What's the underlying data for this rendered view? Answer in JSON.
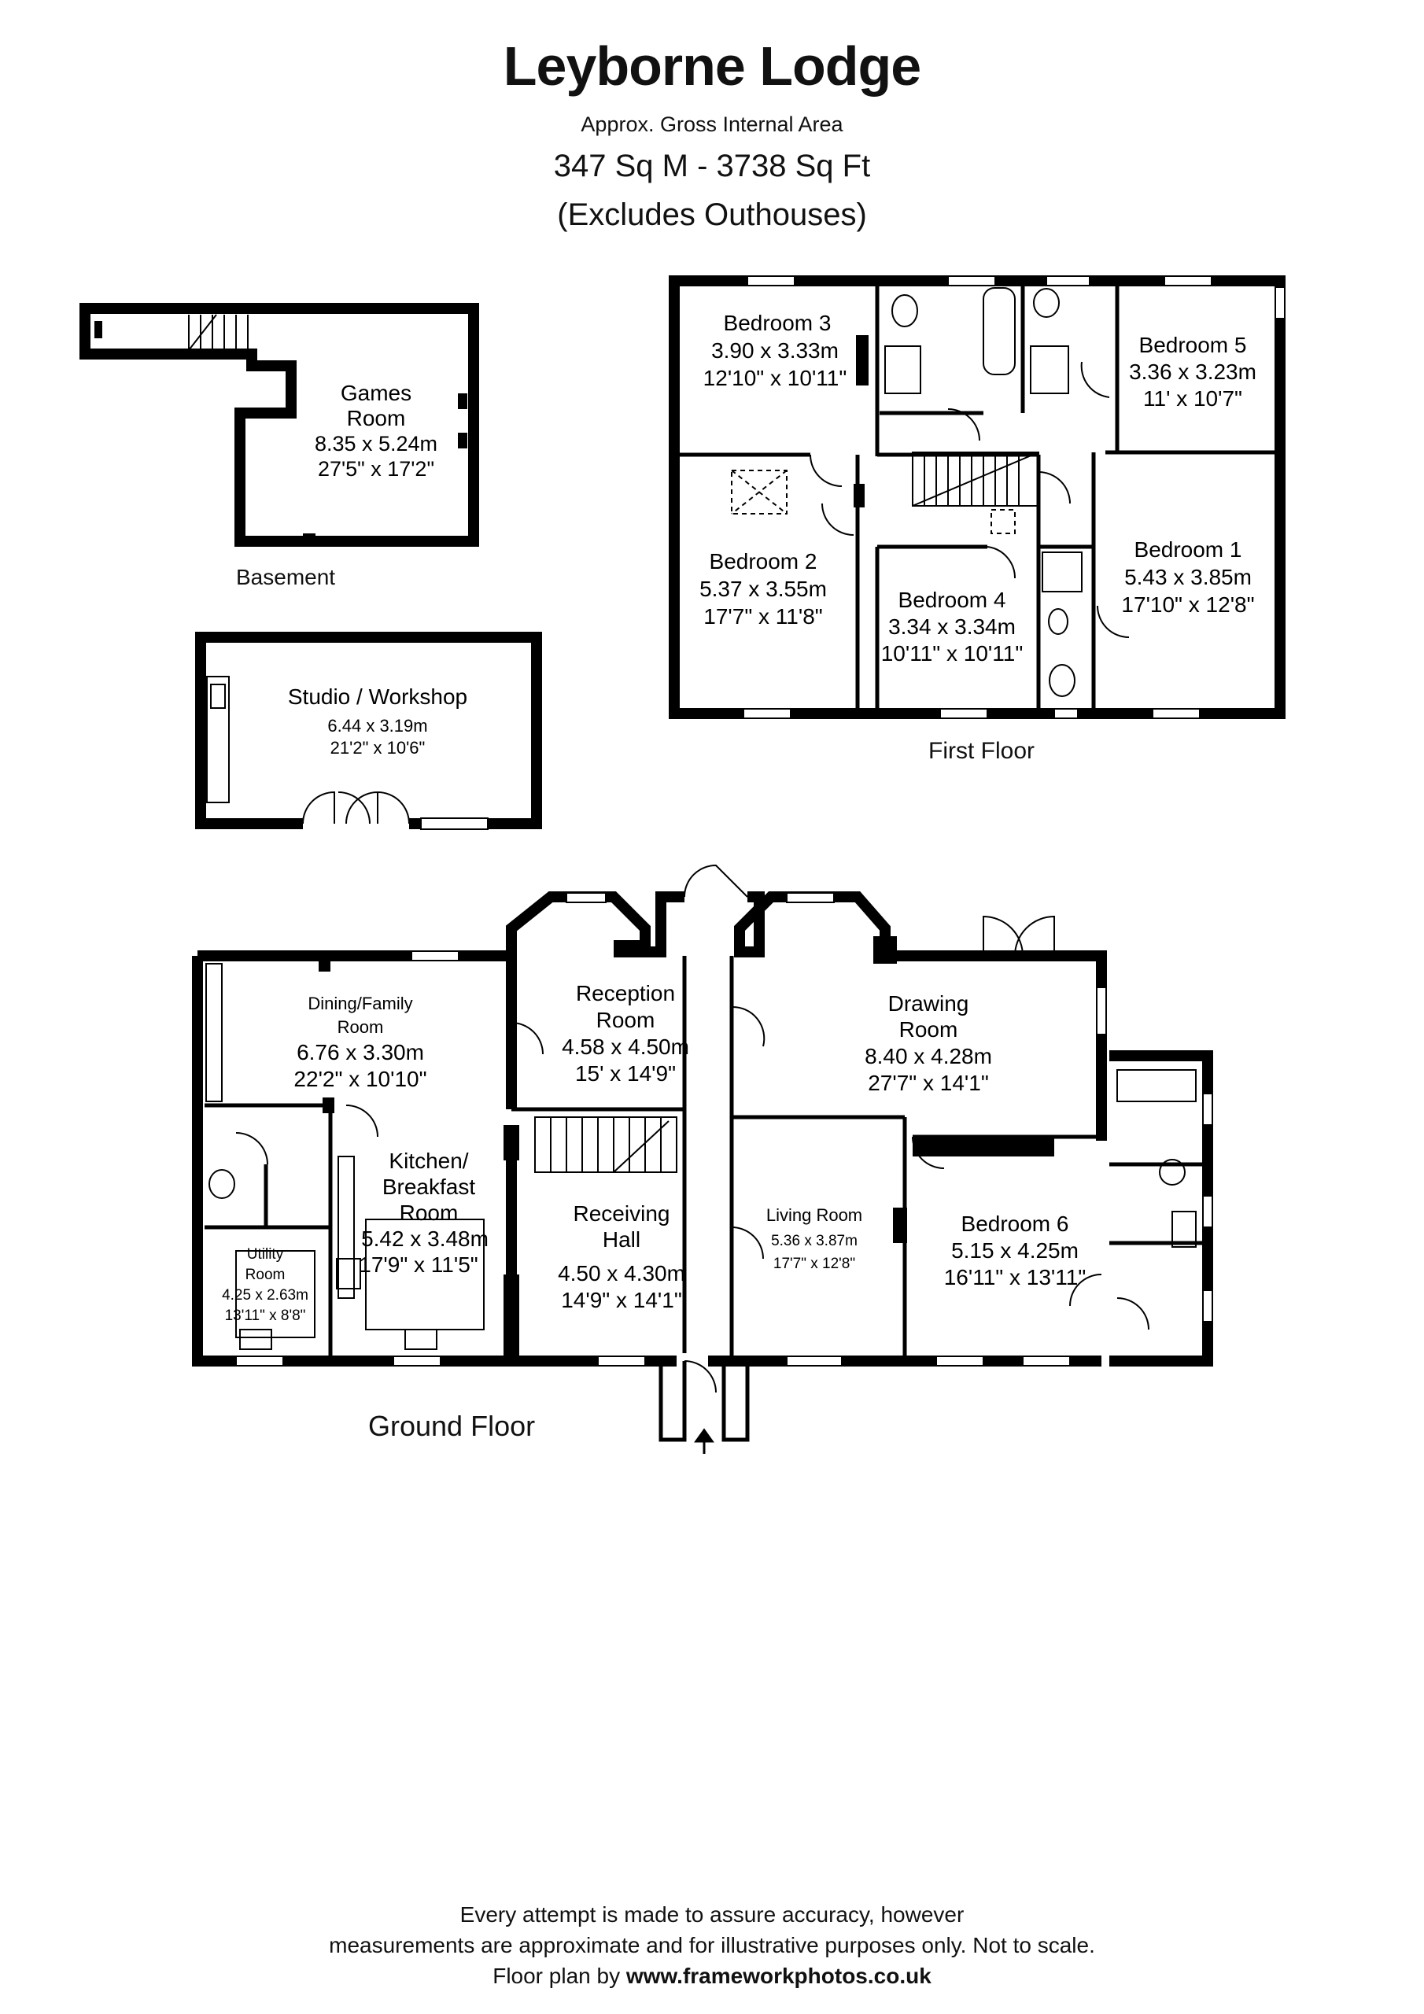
{
  "header": {
    "title": "Leyborne Lodge",
    "subtitle": "Approx. Gross Internal Area",
    "area": "347 Sq M  -  3738 Sq Ft",
    "note": "(Excludes Outhouses)"
  },
  "floors": {
    "basement": "Basement",
    "first": "First Floor",
    "ground": "Ground Floor"
  },
  "rooms": {
    "games": {
      "name1": "Games",
      "name2": "Room",
      "metric": "8.35 x 5.24m",
      "imperial": "27'5\" x 17'2\""
    },
    "studio": {
      "name": "Studio / Workshop",
      "metric": "6.44 x 3.19m",
      "imperial": "21'2\" x 10'6\""
    },
    "bedroom3": {
      "name": "Bedroom 3",
      "metric": "3.90 x 3.33m",
      "imperial": "12'10\" x 10'11\""
    },
    "bedroom5": {
      "name": "Bedroom 5",
      "metric": "3.36 x 3.23m",
      "imperial": "11' x 10'7\""
    },
    "bedroom2": {
      "name": "Bedroom 2",
      "metric": "5.37 x 3.55m",
      "imperial": "17'7\" x 11'8\""
    },
    "bedroom4": {
      "name": "Bedroom 4",
      "metric": "3.34 x 3.34m",
      "imperial": "10'11\" x 10'11\""
    },
    "bedroom1": {
      "name": "Bedroom 1",
      "metric": "5.43 x 3.85m",
      "imperial": "17'10\" x 12'8\""
    },
    "dining": {
      "name1": "Dining/Family",
      "name2": "Room",
      "metric": "6.76 x 3.30m",
      "imperial": "22'2\" x 10'10\""
    },
    "reception": {
      "name1": "Reception",
      "name2": "Room",
      "metric": "4.58 x 4.50m",
      "imperial": "15' x 14'9\""
    },
    "drawing": {
      "name1": "Drawing",
      "name2": "Room",
      "metric": "8.40 x 4.28m",
      "imperial": "27'7\" x 14'1\""
    },
    "kitchen": {
      "name1": "Kitchen/",
      "name2": "Breakfast",
      "name3": "Room",
      "metric": "5.42 x 3.48m",
      "imperial": "17'9\" x 11'5\""
    },
    "receiving": {
      "name1": "Receiving",
      "name2": "Hall",
      "metric": "4.50 x 4.30m",
      "imperial": "14'9\" x 14'1\""
    },
    "living": {
      "name": "Living Room",
      "metric": "5.36 x 3.87m",
      "imperial": "17'7\" x 12'8\""
    },
    "bedroom6": {
      "name": "Bedroom 6",
      "metric": "5.15 x 4.25m",
      "imperial": "16'11\" x 13'11\""
    },
    "utility": {
      "name1": "Utility",
      "name2": "Room",
      "metric": "4.25 x 2.63m",
      "imperial": "13'11\" x 8'8\""
    }
  },
  "footer": {
    "line1": "Every attempt is made to assure accuracy, however",
    "line2": "measurements are approximate and for illustrative purposes only. Not to scale.",
    "line3_prefix": "Floor plan by",
    "line3_link": "www.frameworkphotos.co.uk"
  }
}
